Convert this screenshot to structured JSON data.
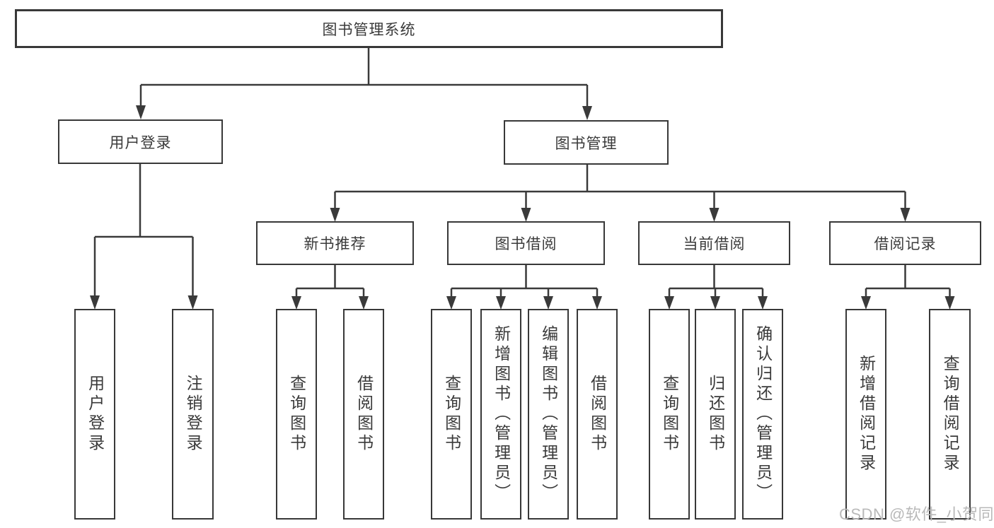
{
  "diagram": {
    "root": {
      "label": "图书管理系统"
    },
    "level2": [
      {
        "label": "用户登录"
      },
      {
        "label": "图书管理"
      }
    ],
    "level3": [
      {
        "label": "新书推荐"
      },
      {
        "label": "图书借阅"
      },
      {
        "label": "当前借阅"
      },
      {
        "label": "借阅记录"
      }
    ],
    "leaves": {
      "user_login": [
        {
          "label": "用户登录"
        },
        {
          "label": "注销登录"
        }
      ],
      "new_book": [
        {
          "label": "查询图书"
        },
        {
          "label": "借阅图书"
        }
      ],
      "book_borrow": [
        {
          "label": "查询图书"
        },
        {
          "label": "新增图书（管理员）"
        },
        {
          "label": "编辑图书（管理员）"
        },
        {
          "label": "借阅图书"
        }
      ],
      "current_borrow": [
        {
          "label": "查询图书"
        },
        {
          "label": "归还图书"
        },
        {
          "label": "确认归还（管理员）"
        }
      ],
      "borrow_records": [
        {
          "label": "新增借阅记录"
        },
        {
          "label": "查询借阅记录"
        }
      ]
    },
    "watermark": "CSDN @软件_小贺同学",
    "colors": {
      "line": "#3a3a3a",
      "border": "#383838",
      "text": "#3a3a3a",
      "watermark": "#b9b9b9",
      "background": "#ffffff"
    }
  }
}
